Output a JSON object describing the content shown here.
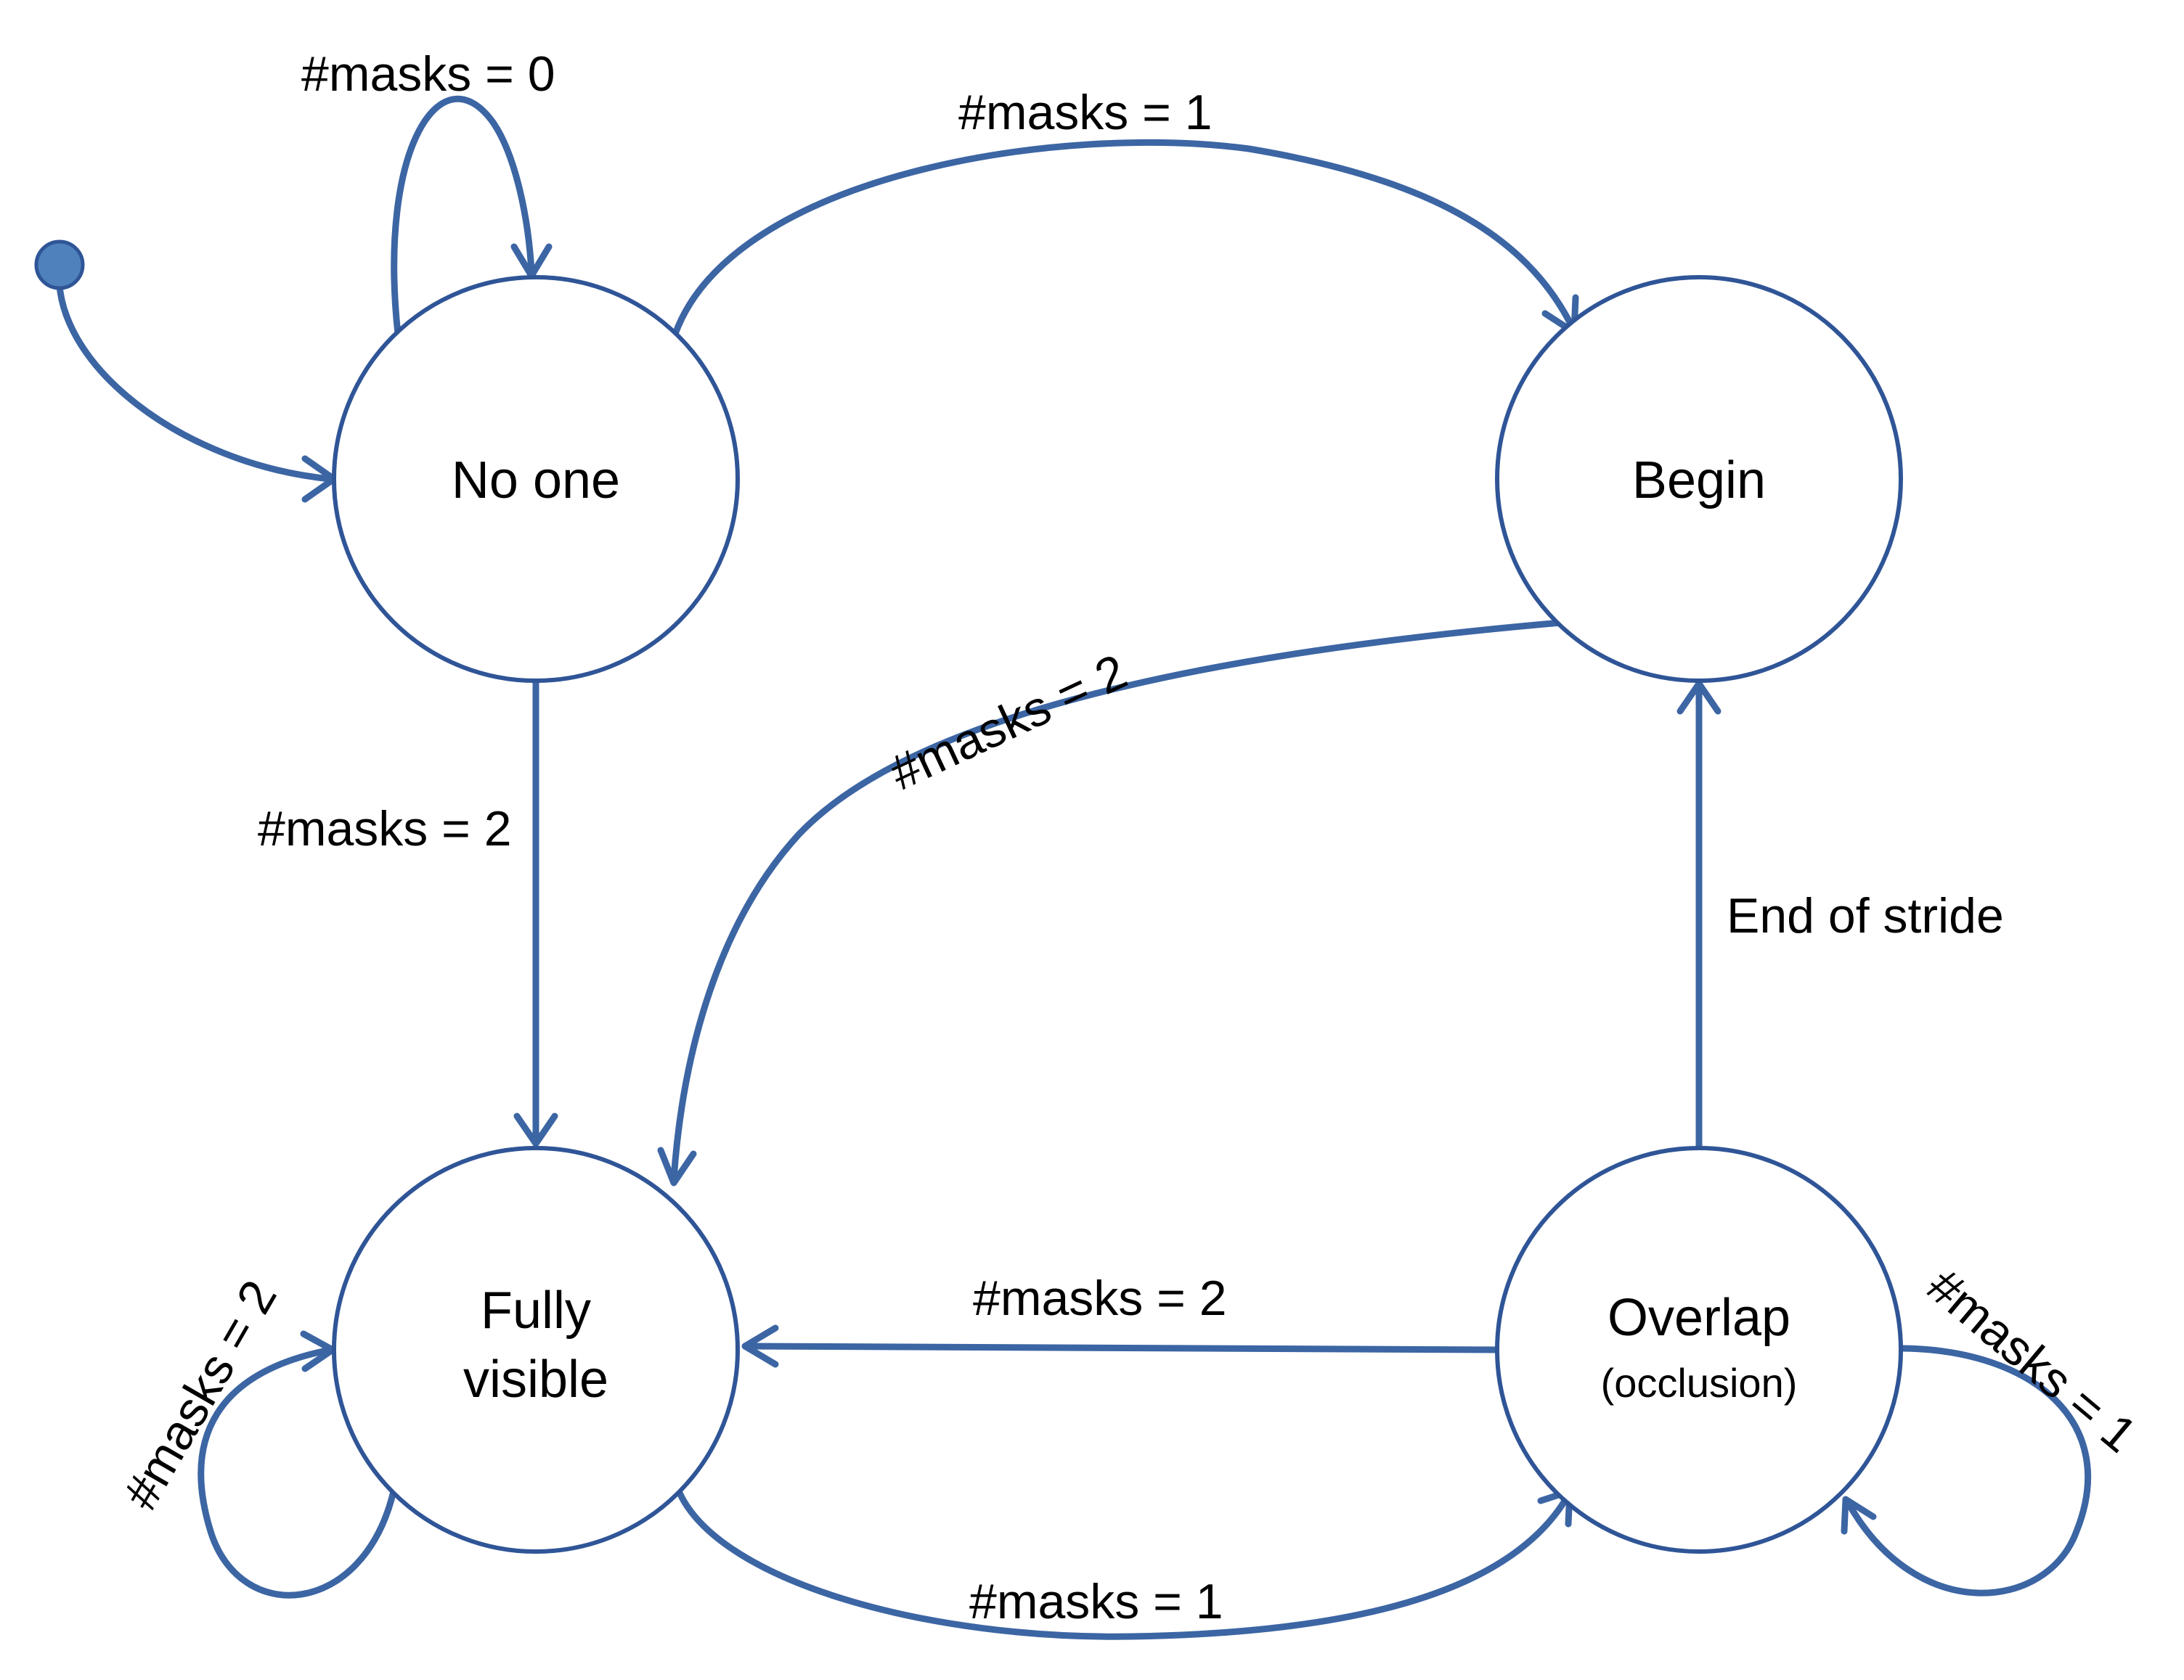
{
  "diagram": {
    "colors": {
      "edge": "#3c65a3",
      "node_stroke": "#2f5597",
      "start_fill": "#4f81bd"
    },
    "states": {
      "no_one": "No one",
      "begin": "Begin",
      "fully_visible_line1": "Fully",
      "fully_visible_line2": "visible",
      "overlap": "Overlap",
      "overlap_sub": "(occlusion)"
    },
    "transitions": {
      "no_one_self": "#masks = 0",
      "no_one_to_begin": "#masks = 1",
      "no_one_to_fully": "#masks = 2",
      "begin_to_fully": "#masks = 2",
      "overlap_to_begin": "End of stride",
      "fully_self": "#masks = 2",
      "overlap_to_fully": "#masks = 2",
      "overlap_self": "#masks = 1",
      "fully_to_overlap": "#masks = 1"
    }
  }
}
